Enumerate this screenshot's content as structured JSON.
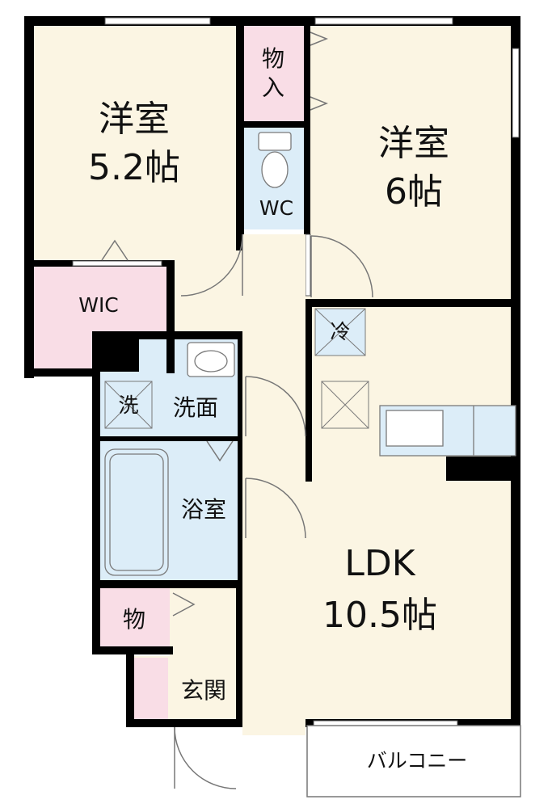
{
  "rooms": {
    "western_room_a": {
      "name": "洋室",
      "size": "5.2帖"
    },
    "western_room_b": {
      "name": "洋室",
      "size": "6帖"
    },
    "storage_top": {
      "line1": "物",
      "line2": "入"
    },
    "wc": "WC",
    "wic": "WIC",
    "refrigerator": "冷",
    "washer": "洗",
    "washroom": "洗面",
    "bathroom": "浴室",
    "storage_small": "物",
    "entrance": "玄関",
    "ldk": {
      "name": "LDK",
      "size": "10.5帖"
    },
    "balcony": "バルコニー"
  },
  "colors": {
    "floor": "#fbf5e3",
    "wet_area": "#dcedf8",
    "storage": "#f9dde6",
    "wall": "#000000",
    "fixture_line": "#7a7a7a"
  }
}
